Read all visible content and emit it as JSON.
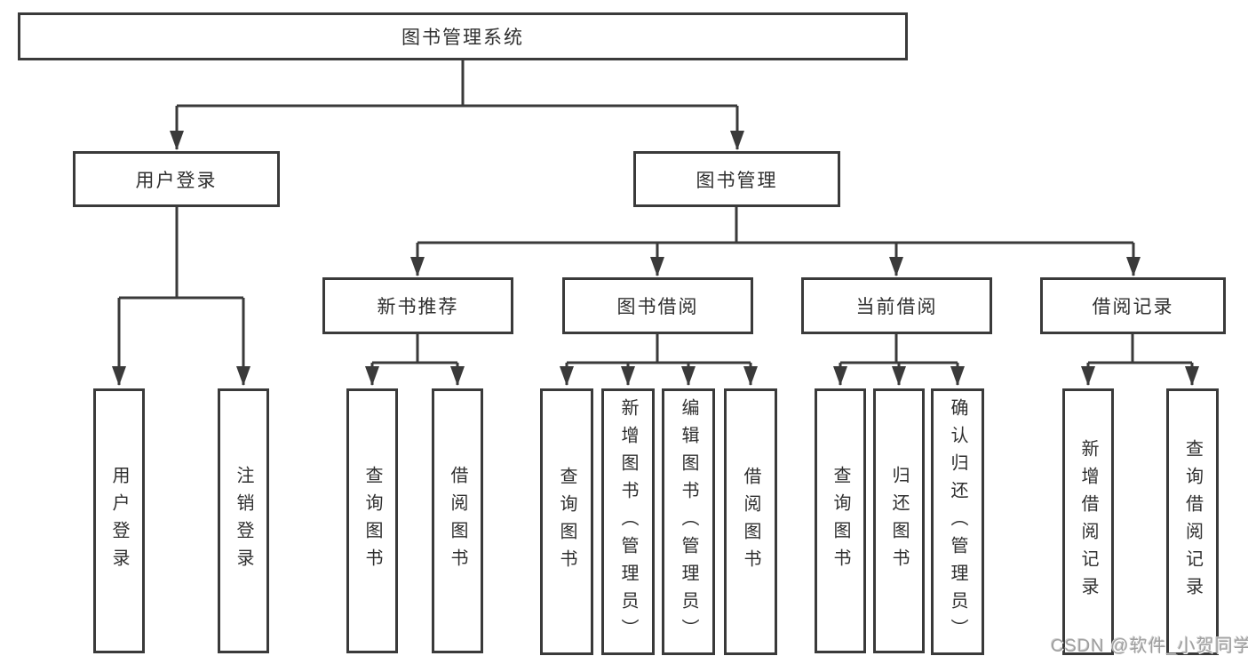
{
  "colors": {
    "background": "#ffffff",
    "box_border": "#3a3a3a",
    "connector": "#3a3a3a",
    "text": "#2f2f2f",
    "watermark": "#9f9f9f"
  },
  "watermark": {
    "text": "CSDN @软件_小贺同学"
  },
  "tree": {
    "root": {
      "label": "图书管理系统",
      "children": [
        {
          "label": "用户登录",
          "children": [
            {
              "label": "用户登录"
            },
            {
              "label": "注销登录"
            }
          ]
        },
        {
          "label": "图书管理",
          "children": [
            {
              "label": "新书推荐",
              "children": [
                {
                  "label": "查询图书"
                },
                {
                  "label": "借阅图书"
                }
              ]
            },
            {
              "label": "图书借阅",
              "children": [
                {
                  "label": "查询图书"
                },
                {
                  "label": "新增图书（管理员）"
                },
                {
                  "label": "编辑图书（管理员）"
                },
                {
                  "label": "借阅图书"
                }
              ]
            },
            {
              "label": "当前借阅",
              "children": [
                {
                  "label": "查询图书"
                },
                {
                  "label": "归还图书"
                },
                {
                  "label": "确认归还（管理员）"
                }
              ]
            },
            {
              "label": "借阅记录",
              "children": [
                {
                  "label": "新增借阅记录"
                },
                {
                  "label": "查询借阅记录"
                }
              ]
            }
          ]
        }
      ]
    }
  }
}
